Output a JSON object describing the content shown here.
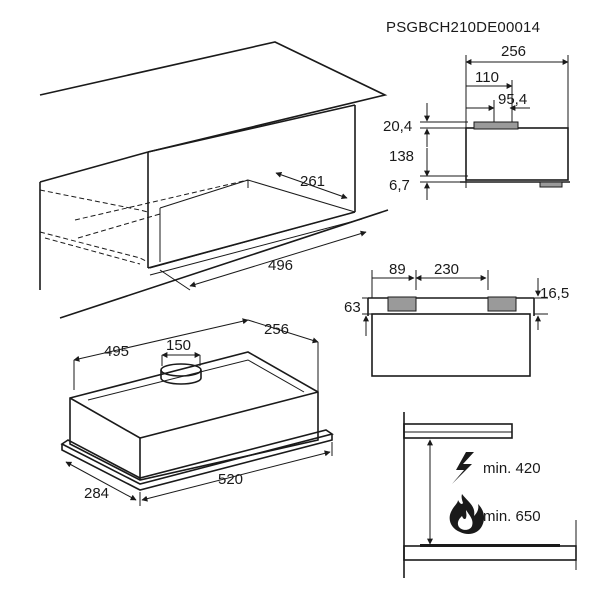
{
  "product_code": "PSGBCH210DE00014",
  "cabinet": {
    "depth": "261",
    "width": "496"
  },
  "side_view": {
    "depth": "256",
    "outlet_offset": "110",
    "outlet_diameter": "95,4",
    "outlet_height": "20,4",
    "body_height": "138",
    "lip_height": "6,7"
  },
  "front_view": {
    "left_gap": "89",
    "center_gap": "230",
    "outlet_height": "63",
    "flange": "16,5"
  },
  "iso_view": {
    "top_width": "495",
    "top_depth": "256",
    "outlet_diameter": "150",
    "front_width": "520",
    "side_depth": "284"
  },
  "clearance": {
    "gas_label": "min. 420",
    "electric_label": "min. 650"
  },
  "icons": {
    "electric": "lightning-icon",
    "gas": "flame-icon"
  }
}
